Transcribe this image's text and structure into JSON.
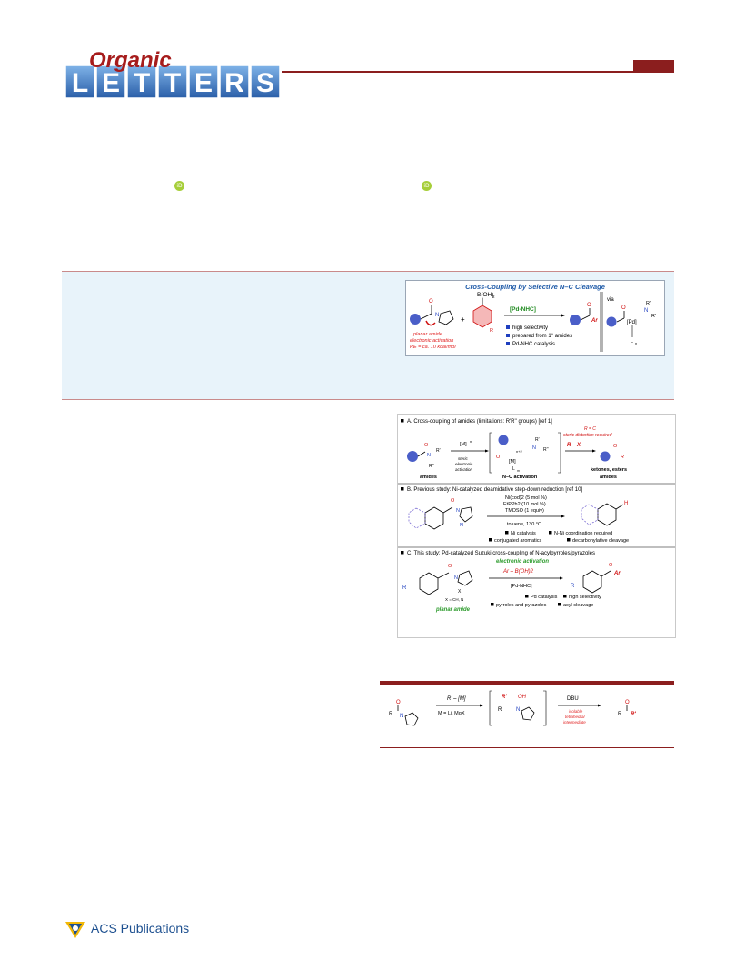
{
  "journal": {
    "script": "Organic",
    "letters": [
      "L",
      "E",
      "T",
      "T",
      "E",
      "R",
      "S"
    ],
    "orcid_label": "iD"
  },
  "toc": {
    "title": "Cross-Coupling by Selective N–C Cleavage",
    "boronic": "B(OH)",
    "boronic_sub": "2",
    "r": "R",
    "catalyst": "[Pd-NHC]",
    "ar": "Ar",
    "o": "O",
    "n": "N",
    "notes": [
      "planar amide",
      "electronic activation",
      "RE = ca. 10 kcal/mol"
    ],
    "bullets": [
      "high selectivity",
      "prepared from 1° amides",
      "Pd-NHC catalysis"
    ],
    "via": "via",
    "pd": "[Pd]",
    "r1": "R'",
    "r2": "R'",
    "l": "L",
    "l_sub": "n"
  },
  "figure1": {
    "a_header": "A. Cross-coupling of amides (limitations: R'R'' groups) [ref 1]",
    "a_r_eq_c": "R = C",
    "a_steric_req": "steric distortion required",
    "a_m": "[M]",
    "a_m_sup": "n",
    "a_n": "n+2",
    "a_mid_m": "[M]",
    "a_l": "L",
    "a_l_sub": "m",
    "a_rx": "R – X",
    "a_r1": "R'",
    "a_r2": "R''",
    "a_activation": [
      "steric",
      "electronic",
      "activation"
    ],
    "a_amides": "amides",
    "a_nc": "N–C activation",
    "a_products": "ketones, esters",
    "a_products2": "amides",
    "a_o": "O",
    "a_n_atom": "N",
    "a_r": "R",
    "b_header": "B. Previous study: Ni-catalyzed deamidative step-down reduction [ref 10]",
    "b_conditions": [
      "Ni(cod)2 (5 mol %)",
      "EtPPh2 (10 mol %)",
      "TMDSO (1 equiv)"
    ],
    "b_solvent": "toluene, 130 °C",
    "b_h": "H",
    "b_n": "N",
    "b_o": "O",
    "b_bullets_1": [
      "Ni catalysis",
      "N-Ni coordination required"
    ],
    "b_bullets_2": [
      "conjugated aromatics",
      "decarbonylative cleavage"
    ],
    "c_header": "C. This study: Pd-catalyzed Suzuki cross-coupling of N-acylpyrroles/pyrazoles",
    "c_electronic": "electronic activation",
    "c_reagent": "Ar – B(OH)2",
    "c_catalyst": "[Pd-NHC]",
    "c_x": "X",
    "c_x_def": "X = CH, N",
    "c_planar": "planar amide",
    "c_r": "R",
    "c_ar": "Ar",
    "c_n": "N",
    "c_o": "O",
    "c_bullets_1": [
      "Pd catalysis",
      "high selectivity"
    ],
    "c_bullets_2": [
      "pyrroles and pyrazoles",
      "acyl cleavage"
    ]
  },
  "scheme": {
    "reagent": "R' – [M]",
    "m_def": "M = Li, MgX",
    "dbu": "DBU",
    "note": [
      "isolable",
      "tetrahedral",
      "intermediate"
    ],
    "r": "R",
    "r1": "R'",
    "oh": "OH",
    "o": "O",
    "n": "N"
  },
  "footer": {
    "publisher": "ACS Publications"
  },
  "colors": {
    "brand_red": "#8b1e1e",
    "abstract_bg": "#e8f3fa",
    "acs_blue": "#1c4f8f",
    "note_red": "#e02020",
    "green": "#2a9a2a",
    "bullet_blue": "#1f3fbf"
  }
}
